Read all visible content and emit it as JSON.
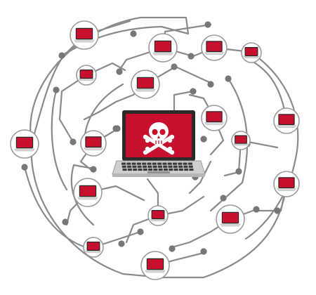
{
  "colors": {
    "background": "#ffffff",
    "wire": "#8a8a8a",
    "node_dot": "#777777",
    "bubble_border": "#9a9a9a",
    "screen_red": "#c8102e",
    "screen_red_dark": "#8b0a1c",
    "laptop_body": "#d9d9d9",
    "laptop_frame": "#2a2a2a",
    "skull": "#ffffff"
  },
  "icons": {
    "central": "infected-laptop-skull-icon",
    "nodes": "networked-laptop-icon",
    "junctions": "junction-dot"
  },
  "network": {
    "infected_laptop_count": 17,
    "center_state": "infected"
  }
}
